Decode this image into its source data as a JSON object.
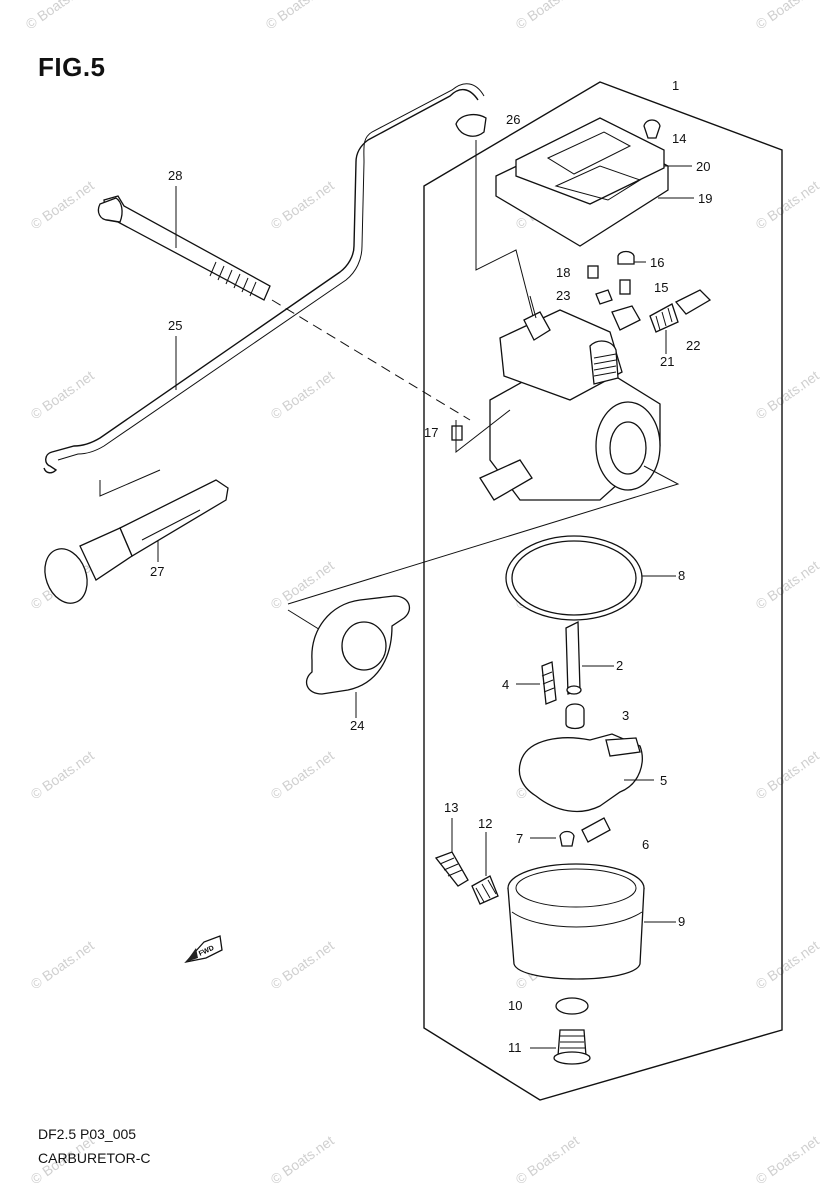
{
  "figure_title": "FIG.5",
  "footer": {
    "code": "DF2.5 P03_005",
    "name": "CARBURETOR-C"
  },
  "watermark": "© Boats.net",
  "part_labels": [
    "1",
    "2",
    "3",
    "4",
    "5",
    "6",
    "7",
    "8",
    "9",
    "10",
    "11",
    "12",
    "13",
    "14",
    "15",
    "16",
    "17",
    "18",
    "19",
    "20",
    "21",
    "22",
    "23",
    "24",
    "25",
    "26",
    "27",
    "28"
  ],
  "icons": {
    "fwd_arrow": "forward-direction-arrow-icon",
    "fwd_text": "FWD"
  }
}
